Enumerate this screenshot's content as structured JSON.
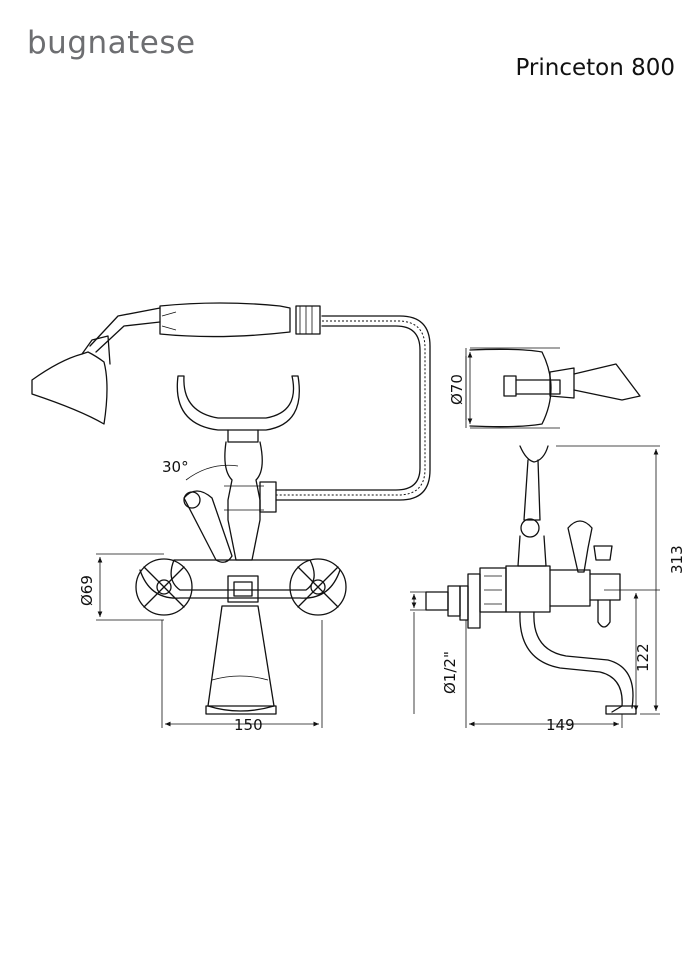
{
  "header": {
    "brand": "bugnatese",
    "model": "Princeton 800"
  },
  "dimensions": {
    "angle": "30°",
    "handle_diameter": "Ø69",
    "width_front": "150",
    "shower_diameter": "Ø70",
    "connection": "Ø1/2\"",
    "height_total": "313",
    "height_spout": "122",
    "depth_side": "149"
  }
}
